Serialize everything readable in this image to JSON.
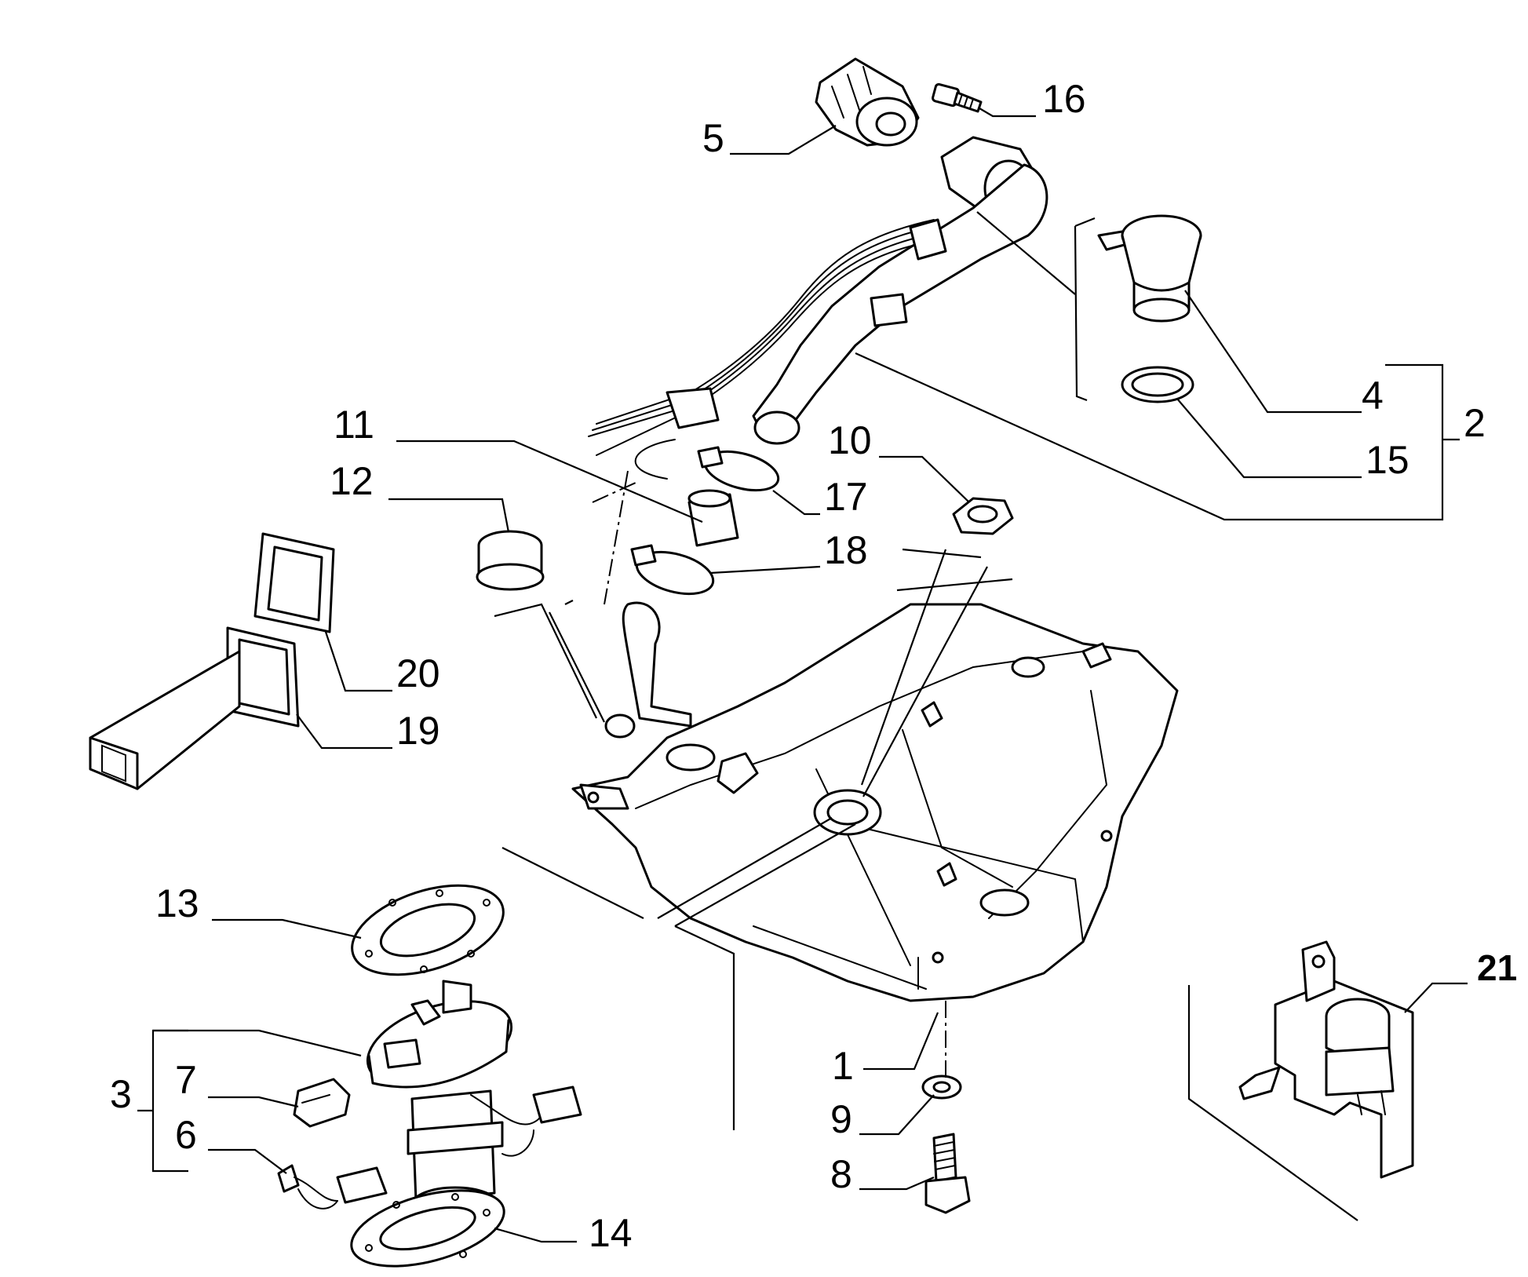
{
  "diagram": {
    "callouts": [
      {
        "id": "1",
        "text": "1"
      },
      {
        "id": "2",
        "text": "2"
      },
      {
        "id": "3",
        "text": "3"
      },
      {
        "id": "4",
        "text": "4"
      },
      {
        "id": "5",
        "text": "5"
      },
      {
        "id": "6",
        "text": "6"
      },
      {
        "id": "7",
        "text": "7"
      },
      {
        "id": "8",
        "text": "8"
      },
      {
        "id": "9",
        "text": "9"
      },
      {
        "id": "10",
        "text": "10"
      },
      {
        "id": "11",
        "text": "11"
      },
      {
        "id": "12",
        "text": "12"
      },
      {
        "id": "13",
        "text": "13"
      },
      {
        "id": "14",
        "text": "14"
      },
      {
        "id": "15",
        "text": "15"
      },
      {
        "id": "16",
        "text": "16"
      },
      {
        "id": "17",
        "text": "17"
      },
      {
        "id": "18",
        "text": "18"
      },
      {
        "id": "19",
        "text": "19"
      },
      {
        "id": "20",
        "text": "20"
      },
      {
        "id": "21",
        "text": "21"
      }
    ]
  }
}
